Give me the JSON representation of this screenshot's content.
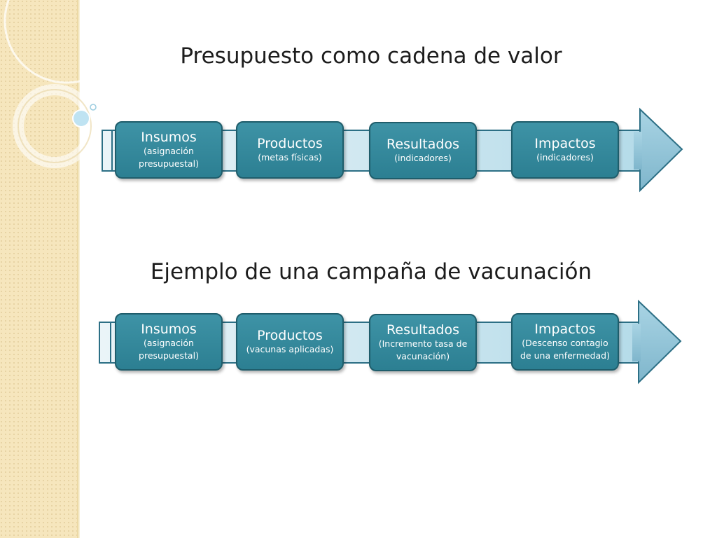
{
  "titles": {
    "main": "Presupuesto como cadena de valor",
    "example": "Ejemplo de una campaña de vacunación"
  },
  "colors": {
    "stage_fill": "#2c7f92",
    "stage_border": "#1f5d6b",
    "arrow_fill": "#9ccde0",
    "arrow_border": "#2c6f85",
    "side_band": "#f6e6bd"
  },
  "chain_1": {
    "stages": [
      {
        "name": "Insumos",
        "sub": "(asignación presupuestal)"
      },
      {
        "name": "Productos",
        "sub": "(metas físicas)"
      },
      {
        "name": "Resultados",
        "sub": "(indicadores)"
      },
      {
        "name": "Impactos",
        "sub": "(indicadores)"
      }
    ]
  },
  "chain_2": {
    "stages": [
      {
        "name": "Insumos",
        "sub": "(asignación presupuestal)"
      },
      {
        "name": "Productos",
        "sub": "(vacunas aplicadas)"
      },
      {
        "name": "Resultados",
        "sub": "(Incremento tasa de vacunación)"
      },
      {
        "name": "Impactos",
        "sub": "(Descenso contagio de una enfermedad)"
      }
    ]
  }
}
